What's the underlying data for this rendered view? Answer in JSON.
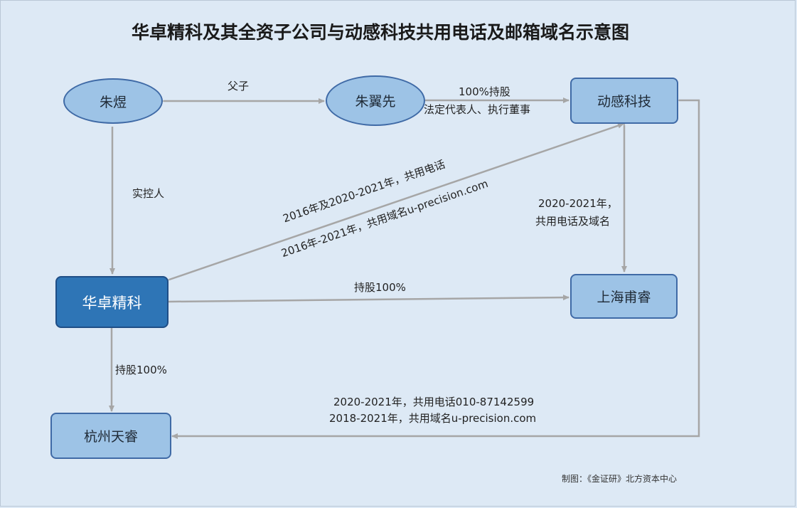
{
  "title": "华卓精科及其全资子公司与动感科技共用电话及邮箱域名示意图",
  "nodes": {
    "zhu_yu": "朱煜",
    "zhu_yixian": "朱翼先",
    "donggan": "动感科技",
    "huazhuo": "华卓精科",
    "shanghai": "上海甫睿",
    "hangzhou": "杭州天睿"
  },
  "labels": {
    "father_son": "父子",
    "shareholding_line1": "100%持股",
    "shareholding_line2": "法定代表人、执行董事",
    "controller": "实控人",
    "diag_line1": "2016年及2020-2021年，共用电话",
    "diag_line2": "2016年-2021年，共用域名u-precision.com",
    "right_line1": "2020-2021年，",
    "right_line2": "共用电话及域名",
    "hold_sh": "持股100%",
    "hold_hz": "持股100%",
    "bottom_line1": "2020-2021年，共用电话010-87142599",
    "bottom_line2": "2018-2021年，共用域名u-precision.com"
  },
  "footer": "制图：《金证研》北方资本中心",
  "colors": {
    "background": "#dde9f5",
    "node_fill": "#9dc3e6",
    "node_border": "#3f6aa6",
    "primary_fill": "#2e75b6",
    "arrow": "#a6a6a6"
  }
}
